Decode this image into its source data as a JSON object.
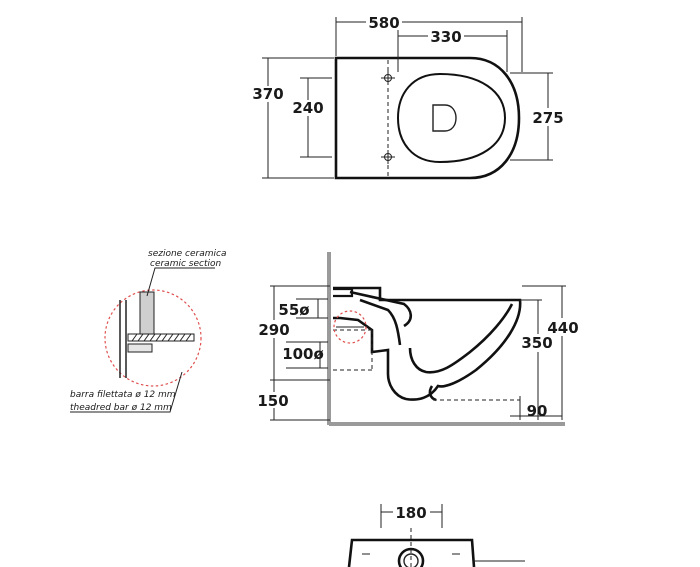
{
  "top_view": {
    "width_dim": "580",
    "inner_dim": "330",
    "depth_dim": "370",
    "fix_dim": "240",
    "seat_dim": "275"
  },
  "side_view": {
    "d55": "55ø",
    "d290": "290",
    "d100": "100ø",
    "d150": "150",
    "d440": "440",
    "d350": "350",
    "d90": "90"
  },
  "detail": {
    "label_it_1": "sezione ceramica",
    "label_en_1": "ceramic section",
    "label_it_2": "barra filettata ø 12 mm",
    "label_en_2": "theadred bar ø 12 mm"
  },
  "bottom_view": {
    "width_dim": "180"
  }
}
